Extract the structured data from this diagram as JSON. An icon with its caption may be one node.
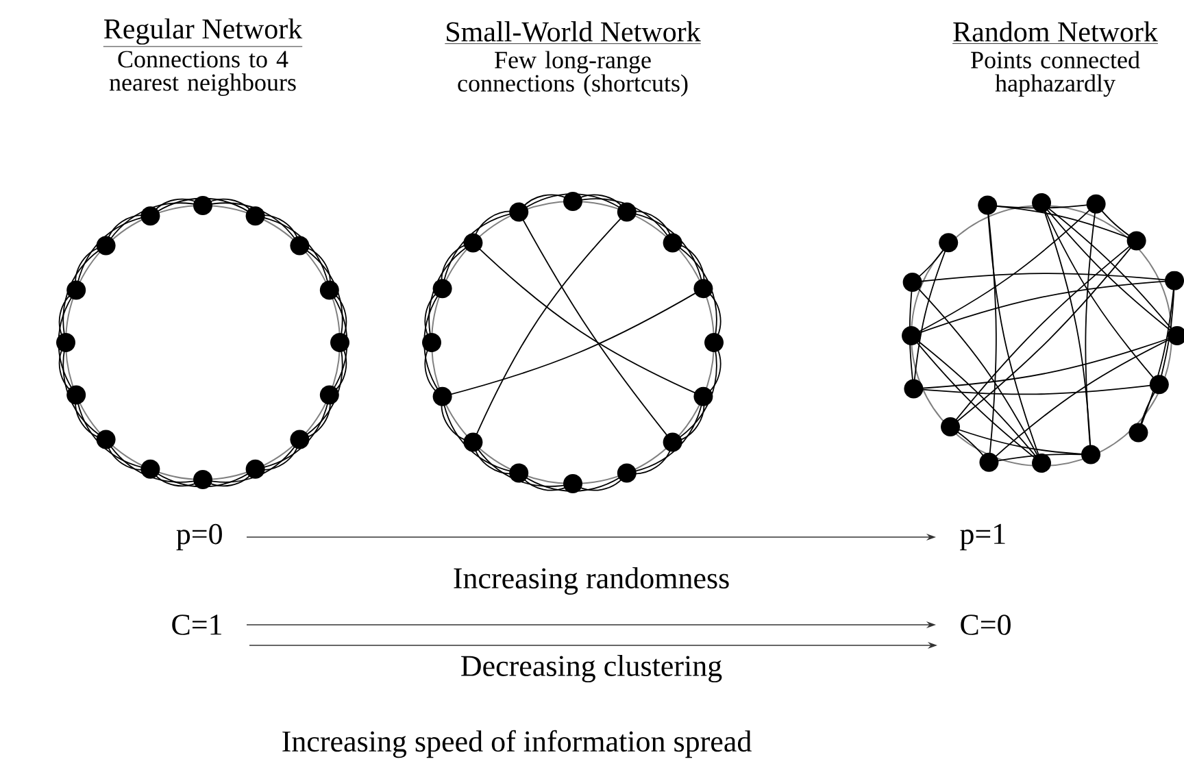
{
  "diagram": {
    "nodes": [
      {
        "text": [
          "p=0"
        ]
      },
      {
        "text": [
          "p=1"
        ]
      },
      {
        "text": [
          "C=1"
        ]
      },
      {
        "text": [
          "C=0"
        ]
      }
    ],
    "edges": [
      {
        "from": 0,
        "to": 1,
        "arrow": "to",
        "label": "Increasing randomness"
      },
      {
        "from": 2,
        "to": 3,
        "arrow": "to",
        "label": "Decreasing clustering"
      }
    ],
    "labels": [
      "Regular Network",
      "Connections to 4 nearest neighbours",
      "Small-World Network",
      "Few long-range connections (shortcuts)",
      "Random Network",
      "Points connected haphazardly",
      "Increasing speed of information spread"
    ]
  }
}
